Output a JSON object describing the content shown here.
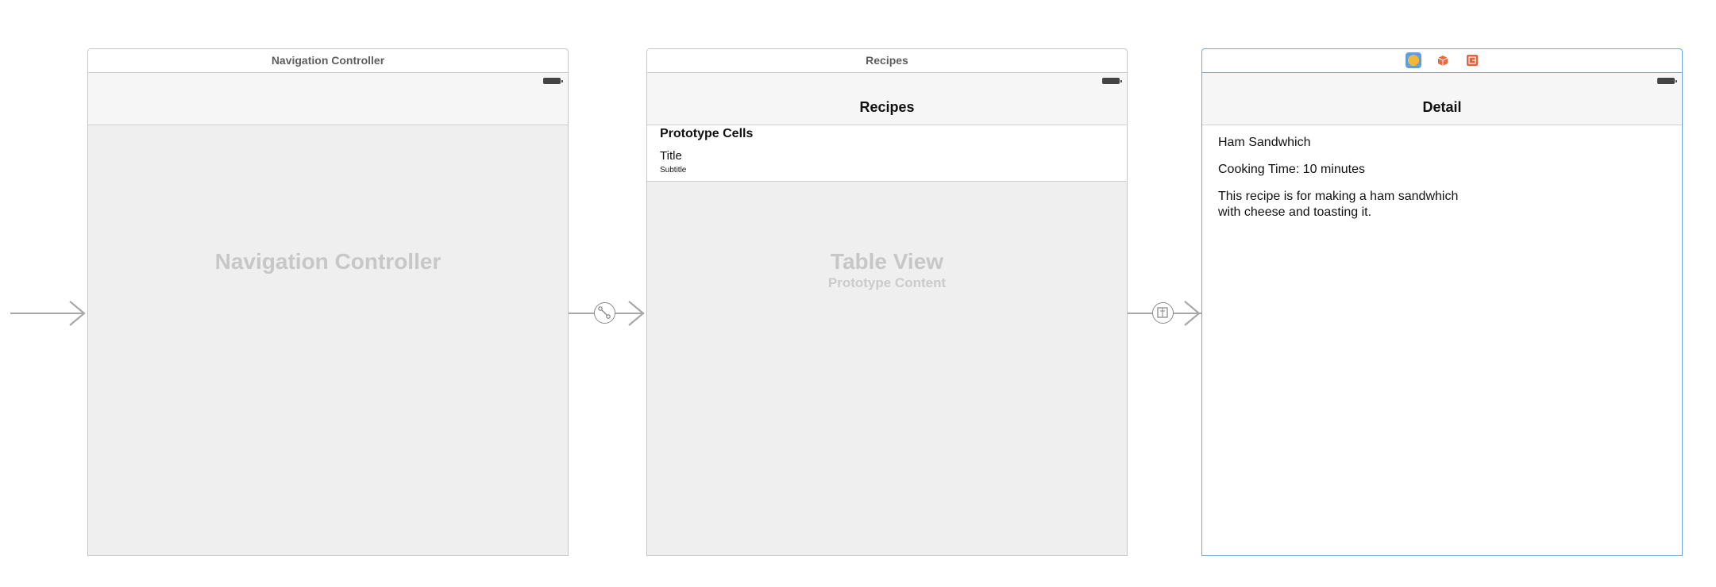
{
  "scenes": {
    "navigation_controller": {
      "title": "Navigation Controller",
      "placeholder": "Navigation Controller"
    },
    "recipes": {
      "title": "Recipes",
      "nav_title": "Recipes",
      "section_header": "Prototype Cells",
      "cell_title": "Title",
      "cell_subtitle": "Subtitle",
      "placeholder_title": "Table View",
      "placeholder_subtitle": "Prototype Content"
    },
    "detail": {
      "nav_title": "Detail",
      "labels": [
        "Ham Sandwhich",
        "Cooking Time: 10 minutes",
        "This recipe is for making a ham sandwhich with cheese and toasting it."
      ],
      "dock_icons": [
        "view-controller-icon",
        "first-responder-icon",
        "exit-icon"
      ]
    }
  },
  "segues": [
    {
      "type": "relationship",
      "icon": "relationship-segue-icon"
    },
    {
      "type": "show",
      "icon": "show-segue-icon"
    }
  ],
  "colors": {
    "selection": "#6aa7de",
    "view_controller_icon": "#f5b73b",
    "first_responder_icon": "#ea6a3d",
    "exit_icon": "#e7623a"
  }
}
